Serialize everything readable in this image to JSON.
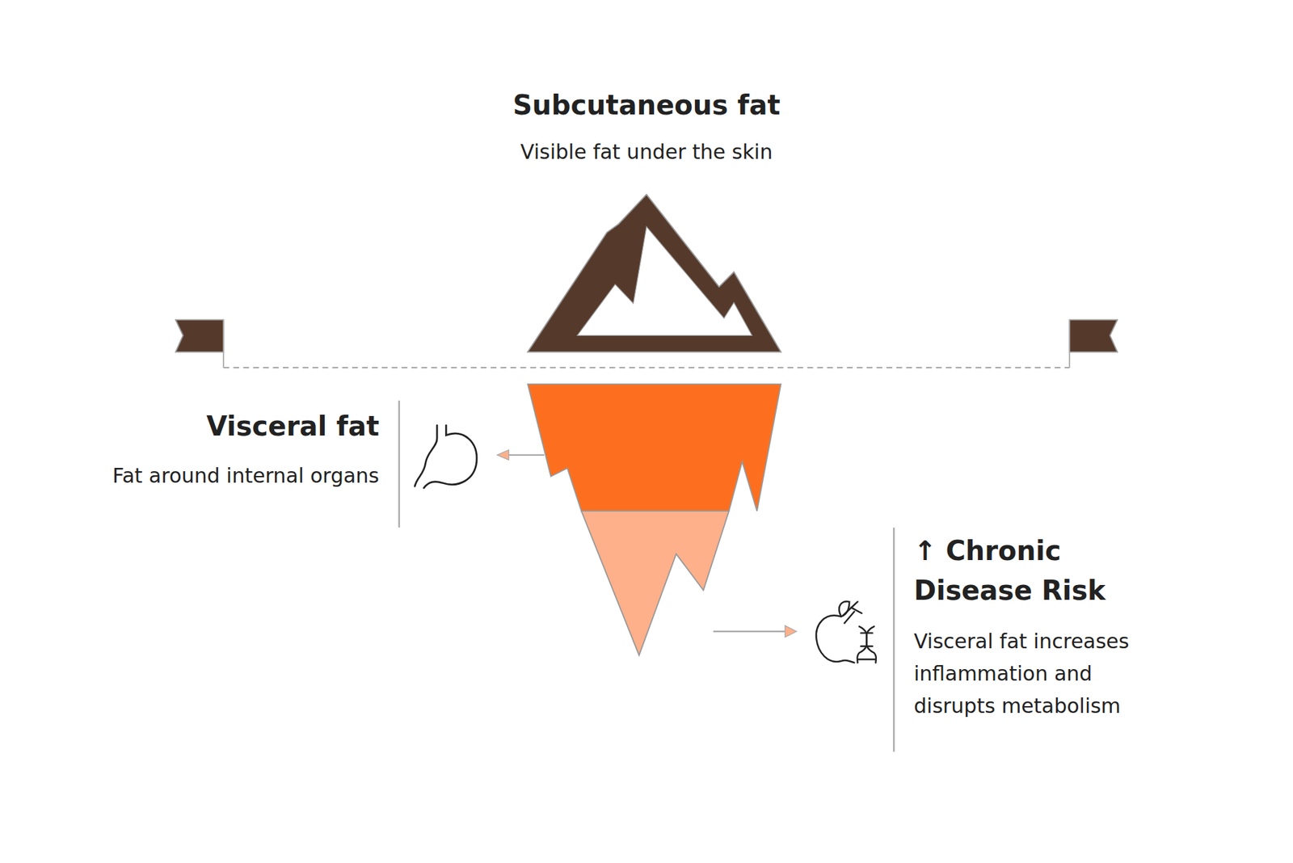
{
  "diagram": {
    "nodes": [
      {
        "text": [
          "Subcutaneous fat",
          "Visible fat under the skin"
        ]
      },
      {
        "text": [
          "Visceral fat",
          "Fat around internal organs"
        ]
      },
      {
        "text": [
          "↑ Chronic Disease Risk",
          "Visceral fat increases inflammation and disrupts metabolism"
        ]
      }
    ]
  }
}
